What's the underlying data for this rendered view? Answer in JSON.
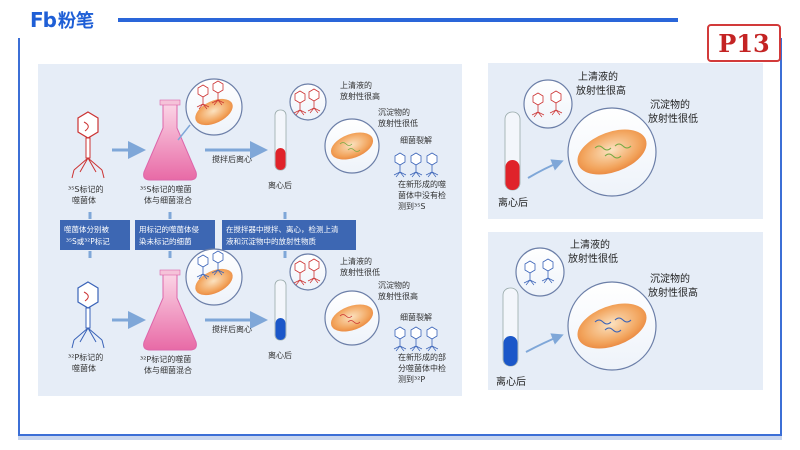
{
  "header": {
    "logo_mark": "Fb",
    "logo_text": "粉笔",
    "page_number": "P13"
  },
  "left_panel": {
    "top_row": {
      "phage_label": [
        "³⁵S标记的",
        "噬菌体"
      ],
      "flask_label": [
        "³⁵S标记的噬菌",
        "体与细菌混合"
      ],
      "step_label": "搅拌后离心",
      "tube_label": "离心后",
      "supernatant": [
        "上清液的",
        "放射性很高"
      ],
      "sediment": [
        "沉淀物的",
        "放射性很低"
      ],
      "lysis": "细菌裂解",
      "result": [
        "在新形成的噬",
        "菌体中没有检",
        "测到³⁵S"
      ]
    },
    "middle_row": {
      "box1": [
        "噬菌体分别被",
        "³⁵S或³²P标记"
      ],
      "box2": [
        "用标记的噬菌体侵",
        "染未标记的细菌"
      ],
      "box3": [
        "在搅拌器中搅拌、离心，检测上清",
        "液和沉淀物中的放射性物质"
      ]
    },
    "bottom_row": {
      "phage_label": [
        "³²P标记的",
        "噬菌体"
      ],
      "flask_label": [
        "³²P标记的噬菌",
        "体与细菌混合"
      ],
      "step_label": "搅拌后离心",
      "tube_label": "离心后",
      "supernatant": [
        "上清液的",
        "放射性很低"
      ],
      "sediment": [
        "沉淀物的",
        "放射性很高"
      ],
      "lysis": "细菌裂解",
      "result": [
        "在新形成的部",
        "分噬菌体中检",
        "测到³²P"
      ]
    }
  },
  "right_top_panel": {
    "supernatant": [
      "上清液的",
      "放射性很高"
    ],
    "sediment": [
      "沉淀物的",
      "放射性很低"
    ],
    "tube_label": "离心后"
  },
  "right_bottom_panel": {
    "supernatant": [
      "上清液的",
      "放射性很低"
    ],
    "sediment": [
      "沉淀物的",
      "放射性很高"
    ],
    "tube_label": "离心后"
  },
  "colors": {
    "brand_blue": "#1f5fd6",
    "page_number_red": "#c42424",
    "tube_red": "#e0232a",
    "tube_blue": "#1b57c9",
    "panel_bg": "#e6edf7",
    "arrow_blue": "#7fa7d8",
    "bacterium_orange": "#f2a35b"
  }
}
